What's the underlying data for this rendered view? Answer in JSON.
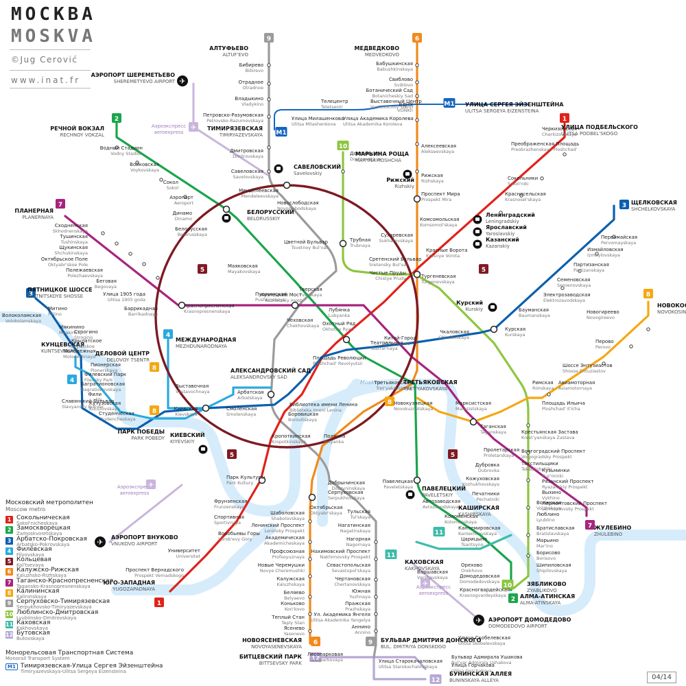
{
  "header": {
    "title_ru": "МОСКВА",
    "title_lat": "MOSKVA",
    "credit": "©Jug Cerović",
    "site": "www.inat.fr"
  },
  "date": "04/14",
  "colors": {
    "l1": "#e0221a",
    "l2": "#1aa54a",
    "l3": "#0a5fae",
    "l4": "#2aa9e0",
    "l5": "#7e1a22",
    "l6": "#f18a1c",
    "l7": "#a8237e",
    "l8": "#f5a712",
    "l9": "#9b9b9b",
    "l10": "#8dc63f",
    "l11": "#3dbba8",
    "l12": "#b7a8d6",
    "mono": "#1565c0",
    "river": "#d6ecfb"
  },
  "river_name": "Moskva",
  "legend": {
    "title": "Московский метрополитен",
    "subtitle": "Moscow metro",
    "lines": [
      {
        "num": "1",
        "ru": "Сокольническая",
        "lat": "Sokol'nicheskaya",
        "color": "#e0221a"
      },
      {
        "num": "2",
        "ru": "Замоскворецкая",
        "lat": "Zamoskvoretskaya",
        "color": "#1aa54a"
      },
      {
        "num": "3",
        "ru": "Арбатско-Покровская",
        "lat": "Arbatsko-Pokrovskaya",
        "color": "#0a5fae"
      },
      {
        "num": "4",
        "ru": "Филёвская",
        "lat": "Filyovskaya",
        "color": "#2aa9e0"
      },
      {
        "num": "5",
        "ru": "Кольцевая",
        "lat": "Kol'tsevaya",
        "color": "#7e1a22"
      },
      {
        "num": "6",
        "ru": "Калужско-Рижская",
        "lat": "Kaluzhsko-Rizhskaya",
        "color": "#f18a1c"
      },
      {
        "num": "7",
        "ru": "Таганско-Краснопресненская",
        "lat": "Tagansko-Krasnopresnenskaya",
        "color": "#a8237e"
      },
      {
        "num": "8",
        "ru": "Калининская",
        "lat": "Kalininskaya",
        "color": "#f5a712"
      },
      {
        "num": "9",
        "ru": "Серпуховско-Тимирязевская",
        "lat": "Serpukhovsko-Timiryazevskaya",
        "color": "#9b9b9b"
      },
      {
        "num": "10",
        "ru": "Люблинско-Дмитровская",
        "lat": "Lyublinsko-Dmitrovskaya",
        "color": "#8dc63f"
      },
      {
        "num": "11",
        "ru": "Каховская",
        "lat": "Kakhovskaya",
        "color": "#3dbba8"
      },
      {
        "num": "12",
        "ru": "Бутовская",
        "lat": "Butovskaya",
        "color": "#b7a8d6"
      }
    ],
    "monorail_ru": "Монорельсовая Транспортная Система",
    "monorail_lat": "Monorail Transport System",
    "monorail_badge": "M1",
    "monorail_line_ru": "Тимирязевская-Улица Сергея Эйзенштейна",
    "monorail_line_lat": "Timiryazevskaya-Ulitsa Sergeya Eizensteina"
  },
  "line_badges": [
    {
      "num": "9",
      "color": "#9b9b9b"
    },
    {
      "num": "6",
      "color": "#f18a1c"
    },
    {
      "num": "2",
      "color": "#1aa54a"
    },
    {
      "num": "1",
      "color": "#e0221a"
    },
    {
      "num": "10",
      "color": "#8dc63f"
    },
    {
      "num": "7",
      "color": "#a8237e"
    },
    {
      "num": "3",
      "color": "#0a5fae"
    },
    {
      "num": "3",
      "color": "#0a5fae"
    },
    {
      "num": "5",
      "color": "#7e1a22"
    },
    {
      "num": "5",
      "color": "#7e1a22"
    },
    {
      "num": "4",
      "color": "#2aa9e0"
    },
    {
      "num": "4",
      "color": "#2aa9e0"
    },
    {
      "num": "8",
      "color": "#f5a712"
    },
    {
      "num": "8",
      "color": "#f5a712"
    },
    {
      "num": "8",
      "color": "#f5a712"
    },
    {
      "num": "8",
      "color": "#f5a712"
    },
    {
      "num": "5",
      "color": "#7e1a22"
    },
    {
      "num": "5",
      "color": "#7e1a22"
    },
    {
      "num": "1",
      "color": "#e0221a"
    },
    {
      "num": "11",
      "color": "#3dbba8"
    },
    {
      "num": "11",
      "color": "#3dbba8"
    },
    {
      "num": "10",
      "color": "#8dc63f"
    },
    {
      "num": "2",
      "color": "#1aa54a"
    },
    {
      "num": "7",
      "color": "#a8237e"
    },
    {
      "num": "6",
      "color": "#f18a1c"
    },
    {
      "num": "9",
      "color": "#9b9b9b"
    },
    {
      "num": "12",
      "color": "#b7a8d6"
    },
    {
      "num": "12",
      "color": "#b7a8d6"
    },
    {
      "num": "M1",
      "color": "#1565c0"
    },
    {
      "num": "M1",
      "color": "#1565c0"
    }
  ],
  "terminus_labels": [
    {
      "ru": "АЛТУФЬЕВО",
      "lat": "ALTUF'EVO"
    },
    {
      "ru": "МЕДВЕДКОВО",
      "lat": "MEDVEDKOVO"
    },
    {
      "ru": "АЭРОПОРТ ШЕРЕМЕТЬЕВО",
      "lat": "SHEREMETYEVO AIRPORT"
    },
    {
      "ru": "РЕЧНОЙ ВОКЗАЛ",
      "lat": "RECHNOY VOKZAL"
    },
    {
      "ru": "ТИМИРЯЗЕВСКАЯ",
      "lat": "TIMIRYAZEVSKAYA"
    },
    {
      "ru": "УЛИЦА СЕРГЕЯ ЭЙЗЕНШТЕЙНА",
      "lat": "ULITSA SERGEYA EIZENSTEINA"
    },
    {
      "ru": "УЛИЦА ПОДБЕЛЬСКОГО",
      "lat": "ULITSA PODBEL'SKOGO"
    },
    {
      "ru": "МАРЬИНА РОЩА",
      "lat": "MAR'INA ROSHCHA"
    },
    {
      "ru": "САВЕЛОВСКИЙ",
      "lat": "Savelovskiy"
    },
    {
      "ru": "ПЛАНЕРНАЯ",
      "lat": "PLANERNAYA"
    },
    {
      "ru": "ЩЕЛКОВСКАЯ",
      "lat": "SHCHELKOVSKAYA"
    },
    {
      "ru": "БЕЛОРУССКИЙ",
      "lat": "BELORUSSKIY"
    },
    {
      "ru": "ПЯТНИЦКОЕ ШОССЕ",
      "lat": "PYATNITSKOYE SHOSSE"
    },
    {
      "ru": "КУНЦЕВСКАЯ",
      "lat": "KUNTSEVSKAYA"
    },
    {
      "ru": "МЕЖДУНАРОДНАЯ",
      "lat": "MEZHDUNARODNAYA"
    },
    {
      "ru": "ДЕЛОВОЙ ЦЕНТР",
      "lat": "DELOVOY TSENTR"
    },
    {
      "ru": "АЛЕКСАНДРОВСКИЙ САД",
      "lat": "ALEKSANDROVSKY SAD"
    },
    {
      "ru": "ТРЕТЬЯКОВСКАЯ",
      "lat": "TRET'YAKOVSKAYA"
    },
    {
      "ru": "НОВОКОСИНО",
      "lat": "NOVOKOSINO"
    },
    {
      "ru": "ПАРК ПОБЕДЫ",
      "lat": "PARK POBEDY"
    },
    {
      "ru": "КИЕВСКИЙ",
      "lat": "KIYEVSKIY"
    },
    {
      "ru": "ПАВЕЛЕЦКИЙ",
      "lat": "PAVELETSKIY"
    },
    {
      "ru": "КАШИРСКАЯ",
      "lat": "KASHIRSKAYA"
    },
    {
      "ru": "КАХОВСКАЯ",
      "lat": "KAKHOVSKAYA"
    },
    {
      "ru": "ЖУЛЕБИНО",
      "lat": "ZHULEBINO"
    },
    {
      "ru": "АЭРОПОРТ ВНУКОВО",
      "lat": "VNUKOVO AIRPORT"
    },
    {
      "ru": "ЮГО-ЗАПАДНАЯ",
      "lat": "YUGOZAPADNAYA"
    },
    {
      "ru": "ЗЯБЛИКОВО",
      "lat": "ZYABLIKOVO"
    },
    {
      "ru": "АЛМА-АТИНСКАЯ",
      "lat": "ALMA-ATINSKAYA"
    },
    {
      "ru": "АЭРОПОРТ ДОМОДЕДОВО",
      "lat": "DOMODEDOVO AIRPORT"
    },
    {
      "ru": "НОВОЯСЕНЕВСКАЯ",
      "lat": "NOVOYASENEVSKAYA"
    },
    {
      "ru": "БИТЦЕВСКИЙ ПАРК",
      "lat": "BITTSEVSKY PARK"
    },
    {
      "ru": "БУЛЬВАР ДМИТРИЯ ДОНСКОГО",
      "lat": "BUL. DMITRIYA DONSKOGO"
    },
    {
      "ru": "БУНИНСКАЯ АЛЛЕЯ",
      "lat": "BUNINSKAYA ALLEYA"
    },
    {
      "ru": "Ленинградский",
      "lat": "Leningradskiy"
    },
    {
      "ru": "Ярославский",
      "lat": "Yaroslavskiy"
    },
    {
      "ru": "Казанский",
      "lat": "Kazanskiy"
    },
    {
      "ru": "Рижский",
      "lat": "Rizhskiy"
    },
    {
      "ru": "Курский",
      "lat": "Kurskiy"
    }
  ],
  "station_labels": [
    {
      "ru": "Бибирево",
      "lat": "Bibirevo"
    },
    {
      "ru": "Отрадное",
      "lat": "Otradnoe"
    },
    {
      "ru": "Владыкино",
      "lat": "Vladykino"
    },
    {
      "ru": "Петровско-Разумовская",
      "lat": "Petrovsko-Razumovskaya"
    },
    {
      "ru": "Дмитровская",
      "lat": "Dmitrovskaya"
    },
    {
      "ru": "Савеловская",
      "lat": "Savelovskaya"
    },
    {
      "ru": "Менделеевская",
      "lat": "Mendeleevskaya"
    },
    {
      "ru": "Новослободская",
      "lat": "Novoslobodskaya"
    },
    {
      "ru": "Цветной Бульвар",
      "lat": "Tsvetnoy Bul'var"
    },
    {
      "ru": "Чеховская",
      "lat": "Chekhovskaya"
    },
    {
      "ru": "Боровицкая",
      "lat": "Borovitskaya"
    },
    {
      "ru": "Полянка",
      "lat": "Polyanka"
    },
    {
      "ru": "Серпуховская",
      "lat": "Serpukhovskaya"
    },
    {
      "ru": "Тульская",
      "lat": "Tul'skaya"
    },
    {
      "ru": "Нагатинская",
      "lat": "Nagatinskaya"
    },
    {
      "ru": "Нагорная",
      "lat": "Nagornaya"
    },
    {
      "ru": "Нахимовский Проспект",
      "lat": "Nakhimovsky Prospekt"
    },
    {
      "ru": "Севастопольская",
      "lat": "Sevastopol'skaya"
    },
    {
      "ru": "Чертановская",
      "lat": "Chertanovskaya"
    },
    {
      "ru": "Южная",
      "lat": "Yuzhnaya"
    },
    {
      "ru": "Пражская",
      "lat": "Prazhskaya"
    },
    {
      "ru": "Ул. Академика Янгеля",
      "lat": "Ulitsa Akademika Yangelya"
    },
    {
      "ru": "Аннино",
      "lat": "Annino"
    },
    {
      "ru": "Бабушкинская",
      "lat": "Babushkinskaya"
    },
    {
      "ru": "Свиблово",
      "lat": "Sviblovo"
    },
    {
      "ru": "Ботанический Сад",
      "lat": "Botanicheskiy Sad"
    },
    {
      "ru": "ВДНХ",
      "lat": "VDNKh"
    },
    {
      "ru": "Алексеевская",
      "lat": "Alekseevskaya"
    },
    {
      "ru": "Рижская",
      "lat": "Rizhskaya"
    },
    {
      "ru": "Проспект Мира",
      "lat": "Prospekt Mira"
    },
    {
      "ru": "Сухаревская",
      "lat": "Sukharevskaya"
    },
    {
      "ru": "Тургеневская",
      "lat": "Turgenevskaya"
    },
    {
      "ru": "Китай-Город",
      "lat": "Kitay-gorod"
    },
    {
      "ru": "Третьяковская",
      "lat": "Tret'yakovskaya"
    },
    {
      "ru": "Октябрьская",
      "lat": "Oktyabr'skaya"
    },
    {
      "ru": "Шаболовская",
      "lat": "Shabolovskaya"
    },
    {
      "ru": "Ленинский Проспект",
      "lat": "Leninsky Prospekt"
    },
    {
      "ru": "Академическая",
      "lat": "Akademicheskaya"
    },
    {
      "ru": "Профсоюзная",
      "lat": "Profsoyuznaya"
    },
    {
      "ru": "Новые Черемушки",
      "lat": "Novye Cheremushki"
    },
    {
      "ru": "Калужская",
      "lat": "Kaluzhskaya"
    },
    {
      "ru": "Беляево",
      "lat": "Belyaevo"
    },
    {
      "ru": "Коньково",
      "lat": "Kon'kovo"
    },
    {
      "ru": "Теплый Стан",
      "lat": "Teply Stan"
    },
    {
      "ru": "Ясенево",
      "lat": "Yasenevo"
    },
    {
      "ru": "Водный Стадион",
      "lat": "Vodny Stadion"
    },
    {
      "ru": "Войковская",
      "lat": "Voykovskaya"
    },
    {
      "ru": "Сокол",
      "lat": "Sokol"
    },
    {
      "ru": "Аэропорт",
      "lat": "Aeroport"
    },
    {
      "ru": "Динамо",
      "lat": "Dinamo"
    },
    {
      "ru": "Белорусская",
      "lat": "Belorusskaya"
    },
    {
      "ru": "Маяковская",
      "lat": "Mayakovskaya"
    },
    {
      "ru": "Тверская",
      "lat": "Tverskaya"
    },
    {
      "ru": "Театральная",
      "lat": "Teatral'naya"
    },
    {
      "ru": "Новокузнецкая",
      "lat": "Novokuznetskaya"
    },
    {
      "ru": "Павелецкая",
      "lat": "Paveletskaya"
    },
    {
      "ru": "Автозаводская",
      "lat": "Avtozavodskaya"
    },
    {
      "ru": "Коломенская",
      "lat": "Kolomenskaya"
    },
    {
      "ru": "Кантемировская",
      "lat": "Kantemirovskaya"
    },
    {
      "ru": "Царицыно",
      "lat": "Tsaritsyno"
    },
    {
      "ru": "Орехово",
      "lat": "Orekhovo"
    },
    {
      "ru": "Домодедовская",
      "lat": "Domodedovskaya"
    },
    {
      "ru": "Красногвардейская",
      "lat": "Krasnogvardeyskaya"
    },
    {
      "ru": "Черкизовская",
      "lat": "Cherkizovskaya"
    },
    {
      "ru": "Преображенская Площадь",
      "lat": "Preobrazhenskaya Ploshchad'"
    },
    {
      "ru": "Сокольники",
      "lat": "Sokol'niki"
    },
    {
      "ru": "Красносельская",
      "lat": "Krasnosel'skaya"
    },
    {
      "ru": "Комсомольская",
      "lat": "Komsomol'skaya"
    },
    {
      "ru": "Красные Ворота",
      "lat": "Krasnye Vorota"
    },
    {
      "ru": "Чистые Пруды",
      "lat": "Chistye Prudy"
    },
    {
      "ru": "Лубянка",
      "lat": "Lubyanka"
    },
    {
      "ru": "Охотный Ряд",
      "lat": "Okhotny Ryad"
    },
    {
      "ru": "Библиотека имени Ленина",
      "lat": "Biblioteka Imeni Lenina"
    },
    {
      "ru": "Кропоткинская",
      "lat": "Kropotkinskaya"
    },
    {
      "ru": "Парк Культуры",
      "lat": "Park Kultury"
    },
    {
      "ru": "Фрунзенская",
      "lat": "Frunzenskaya"
    },
    {
      "ru": "Спортивная",
      "lat": "Sportivnaya"
    },
    {
      "ru": "Воробьевы Горы",
      "lat": "Vorob'evy Gory"
    },
    {
      "ru": "Университет",
      "lat": "Universitet"
    },
    {
      "ru": "Проспект Вернадского",
      "lat": "Prospekt Vernadskogo"
    },
    {
      "ru": "Первомайская",
      "lat": "Pervomayskaya"
    },
    {
      "ru": "Измайловская",
      "lat": "Izmaylovskaya"
    },
    {
      "ru": "Партизанская",
      "lat": "Partizanskaya"
    },
    {
      "ru": "Семеновская",
      "lat": "Semenovskaya"
    },
    {
      "ru": "Электрозаводская",
      "lat": "Elektrozavodskaya"
    },
    {
      "ru": "Бауманская",
      "lat": "Baumanskaya"
    },
    {
      "ru": "Курская",
      "lat": "Kurskaya"
    },
    {
      "ru": "Площадь Революции",
      "lat": "Ploshchad' Revolyutsii"
    },
    {
      "ru": "Арбатская",
      "lat": "Arbatskaya"
    },
    {
      "ru": "Смоленская",
      "lat": "Smolenskaya"
    },
    {
      "ru": "Киевская",
      "lat": "Kievskaya"
    },
    {
      "ru": "Славянский Бульвар",
      "lat": "Slavyansky Bul'var"
    },
    {
      "ru": "Молодежная",
      "lat": "Molodezhnaya"
    },
    {
      "ru": "Крылатское",
      "lat": "Krylatskoe"
    },
    {
      "ru": "Строгино",
      "lat": "Strogino"
    },
    {
      "ru": "Мякинино",
      "lat": "Myakinino"
    },
    {
      "ru": "Волоколамская",
      "lat": "Volokolamskaya"
    },
    {
      "ru": "Митино",
      "lat": "Mitino"
    },
    {
      "ru": "Пионерская",
      "lat": "Pionerskaya"
    },
    {
      "ru": "Филевский Парк",
      "lat": "Filevsky Park"
    },
    {
      "ru": "Багратионовская",
      "lat": "Bagrationovskaya"
    },
    {
      "ru": "Фили",
      "lat": "Fili"
    },
    {
      "ru": "Кутузовская",
      "lat": "Kutuzovskaya"
    },
    {
      "ru": "Студенческая",
      "lat": "Studencheskaya"
    },
    {
      "ru": "Выставочная",
      "lat": "Vystavochnaya"
    },
    {
      "ru": "Сходненская",
      "lat": "Skhodnenskaya"
    },
    {
      "ru": "Тушинская",
      "lat": "Tushinskaya"
    },
    {
      "ru": "Щукинская",
      "lat": "Shchukinskaya"
    },
    {
      "ru": "Октябрьское Поле",
      "lat": "Oktyabr'skoe Pole"
    },
    {
      "ru": "Полежаевская",
      "lat": "Polezhaevskaya"
    },
    {
      "ru": "Беговая",
      "lat": "Begovaya"
    },
    {
      "ru": "Улица 1905 года",
      "lat": "Ulitsa 1905 goda"
    },
    {
      "ru": "Баррикадная",
      "lat": "Barrikadnaya"
    },
    {
      "ru": "Краснопресненская",
      "lat": "Krasnopresnenskaya"
    },
    {
      "ru": "Пушкинская",
      "lat": "Pushkinskaya"
    },
    {
      "ru": "Кузнецкий Мост",
      "lat": "Kuznetskiy most"
    },
    {
      "ru": "Таганская",
      "lat": "Taganskaya"
    },
    {
      "ru": "Пролетарская",
      "lat": "Proletarskaya"
    },
    {
      "ru": "Волгоградский Проспект",
      "lat": "Volgogradsky Prospekt"
    },
    {
      "ru": "Текстильщики",
      "lat": "Tekstil'shchiki"
    },
    {
      "ru": "Кузьминки",
      "lat": "Kuz'minki"
    },
    {
      "ru": "Рязанский Проспект",
      "lat": "Ryazanskiy Prospekt"
    },
    {
      "ru": "Выхино",
      "lat": "Vykhino"
    },
    {
      "ru": "Лермонтовский Проспект",
      "lat": "Lermontovsky Prospekt"
    },
    {
      "ru": "Новогиреево",
      "lat": "Novogireevo"
    },
    {
      "ru": "Перово",
      "lat": "Perovo"
    },
    {
      "ru": "Шоссе Энтузиастов",
      "lat": "Shosse Entuziastov"
    },
    {
      "ru": "Авиамоторная",
      "lat": "Aviamotornaya"
    },
    {
      "ru": "Площадь Ильича",
      "lat": "Ploshchad' Il'icha"
    },
    {
      "ru": "Марксистская",
      "lat": "Marksistskaya"
    },
    {
      "ru": "Достоевская",
      "lat": "Dostoevskaya"
    },
    {
      "ru": "Трубная",
      "lat": "Trubnaya"
    },
    {
      "ru": "Сретенский Бульвар",
      "lat": "Sretensky Bul'var"
    },
    {
      "ru": "Чкаловская",
      "lat": "Chkalovskaya"
    },
    {
      "ru": "Римская",
      "lat": "Rimskaya"
    },
    {
      "ru": "Крестьянская Застава",
      "lat": "Krest'yanskaya Zastava"
    },
    {
      "ru": "Дубровка",
      "lat": "Dubrovka"
    },
    {
      "ru": "Кожуховская",
      "lat": "Kozhukhovskaya"
    },
    {
      "ru": "Печатники",
      "lat": "Pechatniki"
    },
    {
      "ru": "Волжская",
      "lat": "Volzhskaya"
    },
    {
      "ru": "Люблино",
      "lat": "Lyublino"
    },
    {
      "ru": "Братиславская",
      "lat": "Bratislavskaya"
    },
    {
      "ru": "Марьино",
      "lat": "Mar'ino"
    },
    {
      "ru": "Борисово",
      "lat": "Borisovo"
    },
    {
      "ru": "Шипиловская",
      "lat": "Shipilovskaya"
    },
    {
      "ru": "Варшавская",
      "lat": "Varshavskaya"
    },
    {
      "ru": "Добрынинская",
      "lat": "Dobryninskaya"
    },
    {
      "ru": "Лесопарковая",
      "lat": "Lesoparkovaya"
    },
    {
      "ru": "Улица Старокачаловская",
      "lat": "Ulitsa Starokachalovskaya"
    },
    {
      "ru": "Улица Скобелевская",
      "lat": "Ulitsa Skobelevskaya"
    },
    {
      "ru": "Бульвар Адмирала Ушакова",
      "lat": "Bul'var Admirala Ushakova"
    },
    {
      "ru": "Улица Горчакова",
      "lat": "Ulitsa Gorchakova"
    },
    {
      "ru": "Телецентр",
      "lat": "Teletsentr"
    },
    {
      "ru": "Улица Милашенкова",
      "lat": "Ulitsa Milashenkova"
    },
    {
      "ru": "Улица Академика Королева",
      "lat": "Ulitsa Akademika Koroleva"
    },
    {
      "ru": "Выставочный Центр",
      "lat": "Vystavochny Tsentr"
    }
  ],
  "aeroexpress": {
    "ru": "Аэроэкспресс",
    "lat": "aeroexpress"
  }
}
